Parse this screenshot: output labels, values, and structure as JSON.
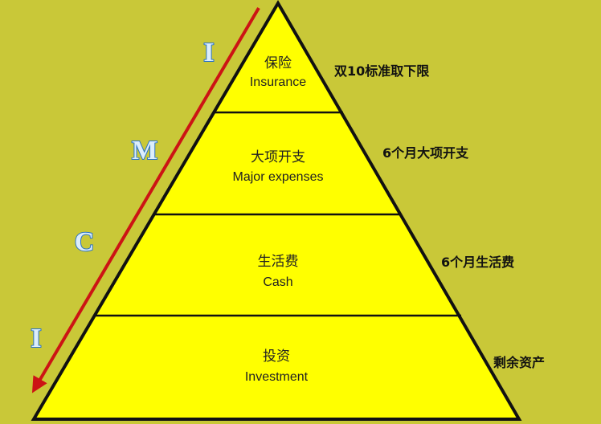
{
  "colors": {
    "background": "#c9c838",
    "pyramid_fill": "#ffff00",
    "outline": "#111111",
    "arrow": "#cc1414",
    "letter_fill": "#dceefb",
    "letter_stroke": "#2a72c7"
  },
  "tiers": [
    {
      "zh": "保险",
      "en": "Insurance",
      "note": "双10标准取下限"
    },
    {
      "zh": "大项开支",
      "en": "Major expenses",
      "note": "6个月大项开支"
    },
    {
      "zh": "生活费",
      "en": "Cash",
      "note": "6个月生活费"
    },
    {
      "zh": "投资",
      "en": "Investment",
      "note": "剩余资产"
    }
  ],
  "acronym": [
    "I",
    "M",
    "C",
    "I"
  ],
  "arrow_icon": "arrow-down-left-icon"
}
